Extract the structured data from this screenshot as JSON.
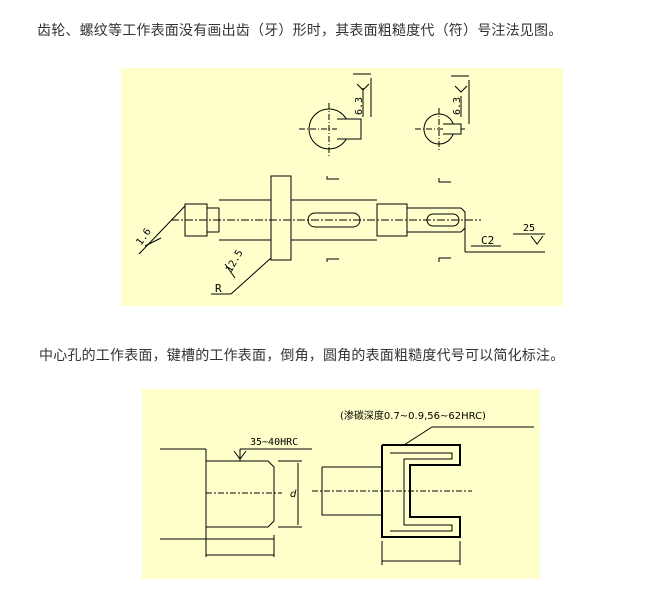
{
  "paragraphs": {
    "p1": "齿轮、螺纹等工作表面没有画出齿（牙）形时，其表面粗糙度代（符）号注法见图。",
    "p2": "中心孔的工作表面，键槽的工作表面，倒角，圆角的表面粗糙度代号可以简化标注。"
  },
  "figure1": {
    "roughness_top_left": "6.3",
    "roughness_top_right": "6.3",
    "roughness_left": "1.6",
    "roughness_fillet": "12.5",
    "fillet_label": "R",
    "chamfer_label": "C2",
    "roughness_right": "25"
  },
  "figure2": {
    "hardness_label": "35~40HRC",
    "diameter_label": "d",
    "carburizing_label": "(渗碳深度0.7~0.9,56~62HRC)"
  }
}
